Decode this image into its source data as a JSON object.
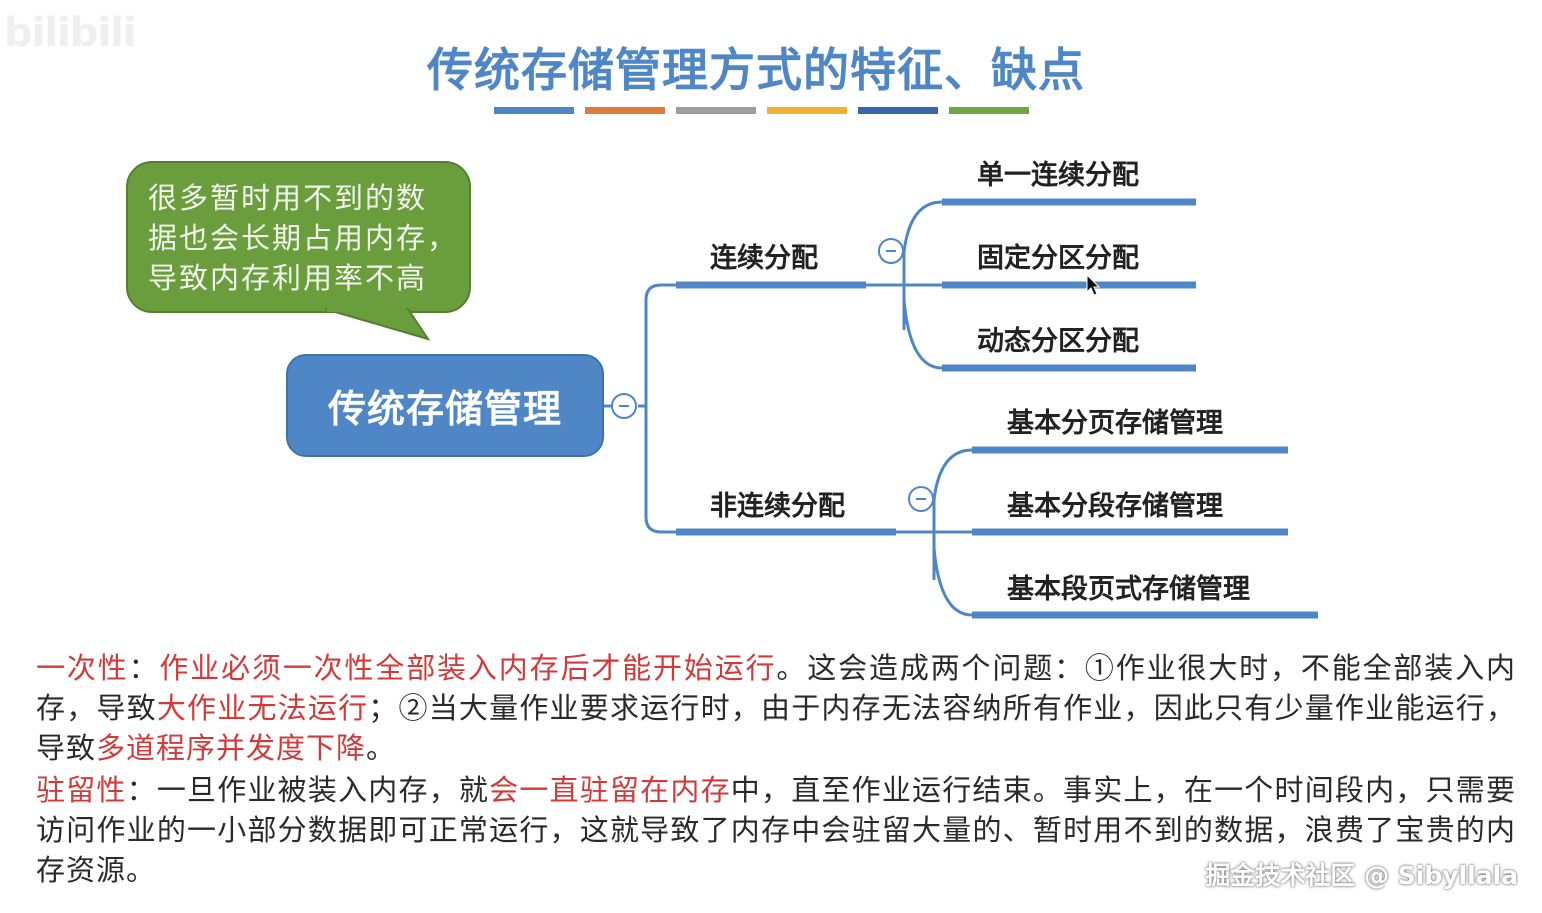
{
  "logo": "bilibili",
  "title": "传统存储管理方式的特征、缺点",
  "title_bar_colors": [
    "#4f86c6",
    "#e07b39",
    "#9e9e9e",
    "#f2b134",
    "#3866b0",
    "#6fa843"
  ],
  "callout": {
    "lines": [
      "很多暂时用不到的数",
      "据也会长期占用内存，",
      "导致内存利用率不高"
    ],
    "color": "#6a9d3c"
  },
  "mindmap": {
    "root": "传统存储管理",
    "branches": [
      {
        "label": "连续分配",
        "children": [
          "单一连续分配",
          "固定分区分配",
          "动态分区分配"
        ]
      },
      {
        "label": "非连续分配",
        "children": [
          "基本分页存储管理",
          "基本分段存储管理",
          "基本段页式存储管理"
        ]
      }
    ],
    "accent": "#4f86c6"
  },
  "paragraphs": {
    "one_time": {
      "term": "一次性",
      "sep": "：",
      "highlight1": "作业必须一次性全部装入内存后才能开始运行",
      "text1": "。这会造成两个问题：①作业很大时，不能全部装入内存，导致",
      "highlight2": "大作业无法运行",
      "text2": "；②当大量作业要求运行时，由于内存无法容纳所有作业，因此只有少量作业能运行，导致",
      "highlight3": "多道程序并发度下降",
      "text3": "。"
    },
    "resident": {
      "term": "驻留性",
      "sep": "：",
      "text1": "一旦作业被装入内存，就",
      "highlight1": "会一直驻留在内存",
      "text2": "中，直至作业运行结束。事实上，在一个时间段内，只需要访问作业的一小部分数据即可正常运行，这就导致了内存中会驻留大量的、暂时用不到的数据，浪费了宝贵的内存资源。"
    }
  },
  "watermark": "掘金技术社区 @ Sibyllala"
}
